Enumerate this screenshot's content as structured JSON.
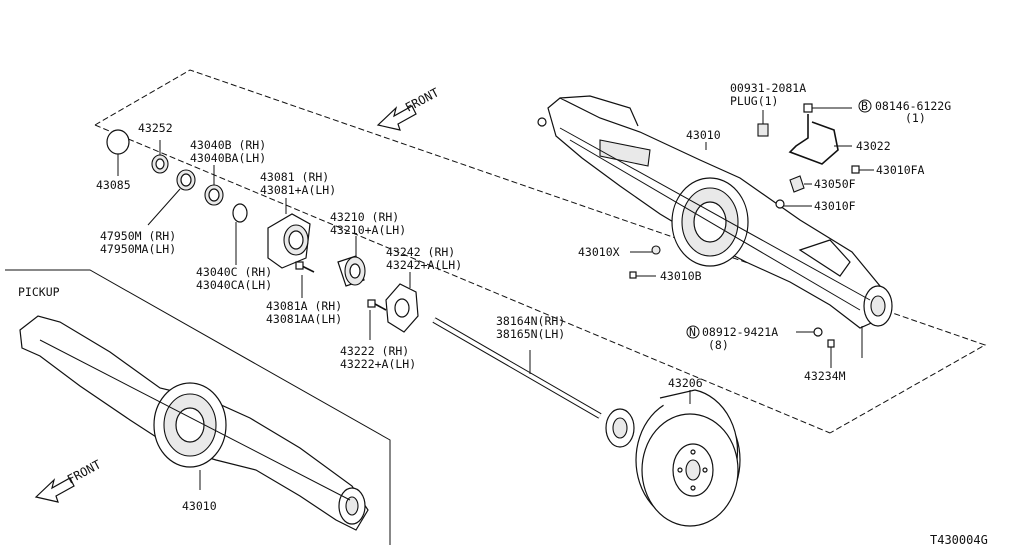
{
  "diagram": {
    "code": "T430004G",
    "pickup": "PICKUP",
    "front_top": "FRONT",
    "front_bottom": "FRONT",
    "labels": {
      "p43252": "43252",
      "p43085": "43085",
      "p43040b": "43040B (RH)",
      "p43040ba": "43040BA(LH)",
      "p47950m": "47950M (RH)",
      "p47950ma": "47950MA(LH)",
      "p43040c": "43040C (RH)",
      "p43040ca": "43040CA(LH)",
      "p43081": "43081 (RH)",
      "p43081a": "43081+A(LH)",
      "p43081b": "43081A (RH)",
      "p43081ba": "43081AA(LH)",
      "p43210": "43210 (RH)",
      "p43210a": "43210+A(LH)",
      "p43242": "43242 (RH)",
      "p43242a": "43242+A(LH)",
      "p43222": "43222 (RH)",
      "p43222a": "43222+A(LH)",
      "p38164n": "38164N(RH)",
      "p38165n": "38165N(LH)",
      "p43206": "43206",
      "p43010_top": "43010",
      "p43010_bottom": "43010",
      "p00931": "00931-2081A",
      "plug": "PLUG(1)",
      "b_circle": "B",
      "p08146": "08146-6122G",
      "p08146_qty": "(1)",
      "p43022": "43022",
      "p43010fa": "43010FA",
      "p43050f": "43050F",
      "p43010f": "43010F",
      "p43010x": "43010X",
      "p43010b": "43010B",
      "n_circle": "N",
      "p08912": "08912-9421A",
      "p08912_qty": "(8)",
      "p43234m": "43234M"
    }
  }
}
